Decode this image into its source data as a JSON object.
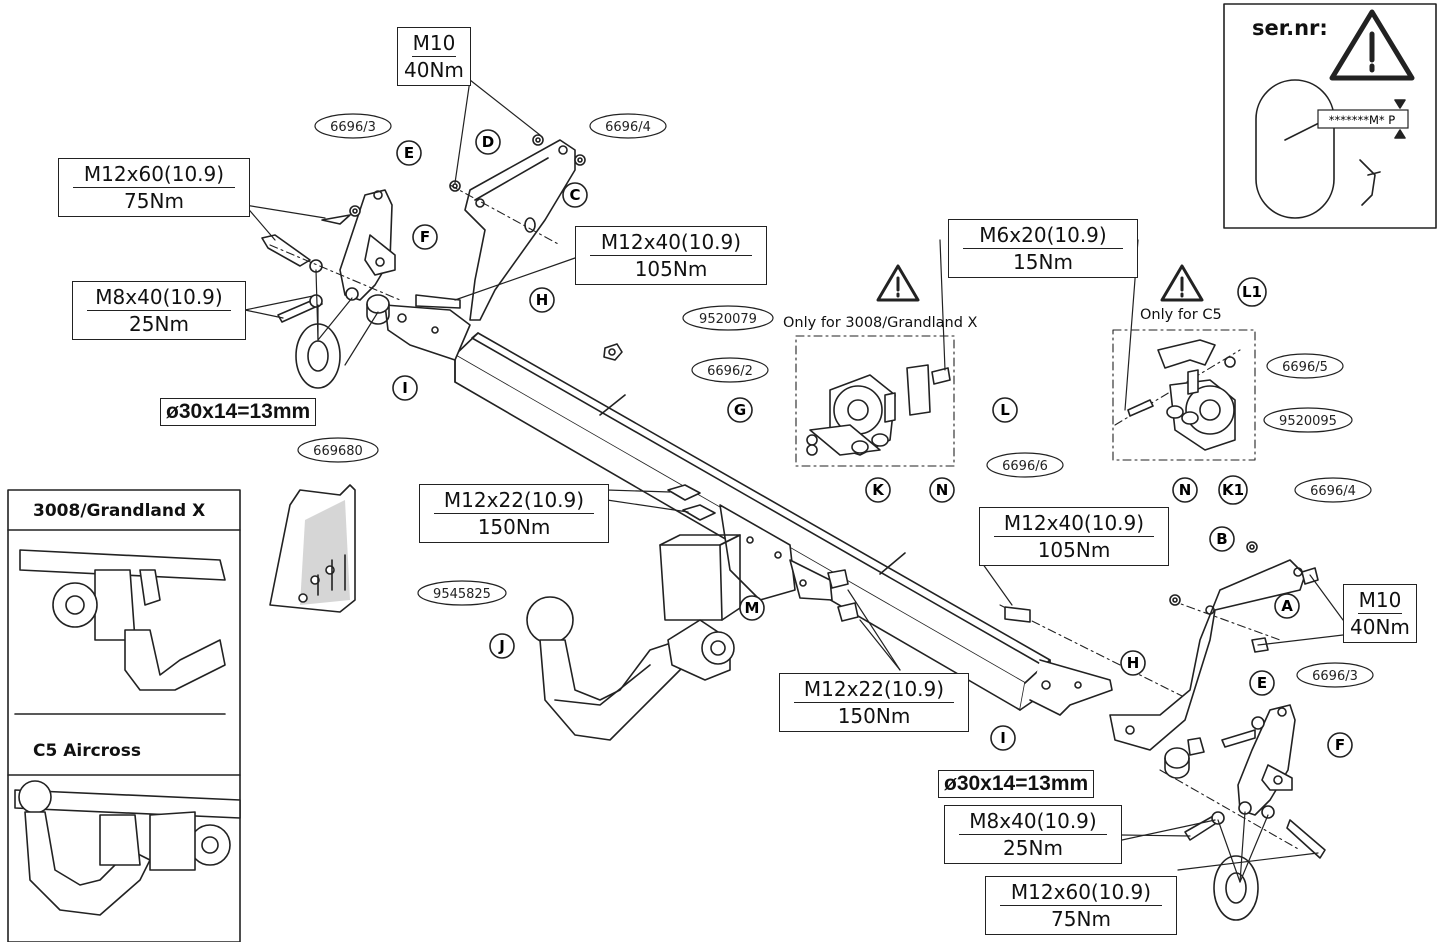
{
  "parts": [
    "A",
    "B",
    "C",
    "D",
    "E",
    "F",
    "G",
    "H",
    "I",
    "J",
    "K",
    "K1",
    "L",
    "L1",
    "M",
    "N"
  ],
  "refs": {
    "r66963_left": "6696/3",
    "r66964_left": "6696/4",
    "r669680": "669680",
    "r9520079": "9520079",
    "r66962": "6696/2",
    "r66966": "6696/6",
    "r66965": "6696/5",
    "r9520095": "9520095",
    "r66964_right": "6696/4",
    "r66963_right": "6696/3",
    "r9545825": "9545825"
  },
  "specs": {
    "m10_top": {
      "top": "M10",
      "bot": "40Nm"
    },
    "m12x60_left": {
      "top": "M12x60(10.9)",
      "bot": "75Nm"
    },
    "m8x40_left": {
      "top": "M8x40(10.9)",
      "bot": "25Nm"
    },
    "m12x40_top": {
      "top": "M12x40(10.9)",
      "bot": "105Nm"
    },
    "m6x20": {
      "top": "M6x20(10.9)",
      "bot": "15Nm"
    },
    "m12x22_left": {
      "top": "M12x22(10.9)",
      "bot": "150Nm"
    },
    "m12x40_right": {
      "top": "M12x40(10.9)",
      "bot": "105Nm"
    },
    "m10_right": {
      "top": "M10",
      "bot": "40Nm"
    },
    "m12x22_right": {
      "top": "M12x22(10.9)",
      "bot": "150Nm"
    },
    "m8x40_right": {
      "top": "M8x40(10.9)",
      "bot": "25Nm"
    },
    "m12x60_right": {
      "top": "M12x60(10.9)",
      "bot": "75Nm"
    }
  },
  "spacer_left": "ø30x14=13mm",
  "spacer_right": "ø30x14=13mm",
  "only_3008": "Only for 3008/Grandland X",
  "only_c5": "Only for C5",
  "sernr": "ser.nr:",
  "serial_tag": "*******M* P",
  "panel_3008": "3008/Grandland X",
  "panel_c5": "C5 Aircross",
  "colors": {
    "line": "#222222",
    "fill": "#ffffff",
    "dim": "#d6d6d6"
  }
}
